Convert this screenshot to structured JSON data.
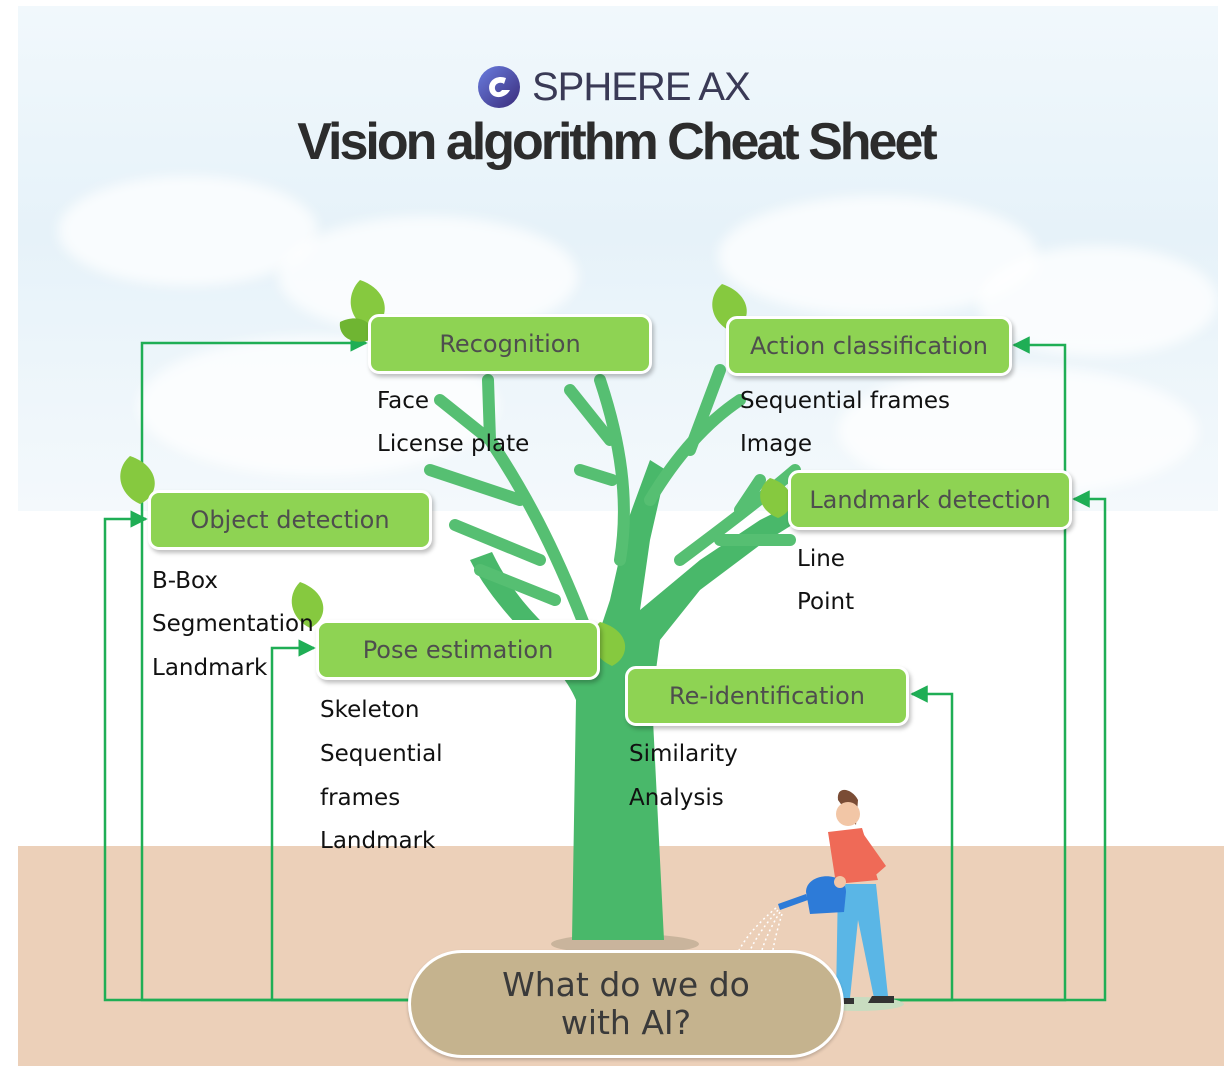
{
  "brand": {
    "name": "SPHERE AX"
  },
  "title": "Vision algorithm Cheat Sheet",
  "colors": {
    "box_fill": "#8ed353",
    "connector": "#1fae55",
    "tree": "#49b86a",
    "ground": "#ecd0b9",
    "center_fill": "#c5b38e"
  },
  "center": {
    "text": "What do we do with AI?"
  },
  "categories": [
    {
      "label": "Recognition",
      "items": [
        "Face",
        "License plate"
      ]
    },
    {
      "label": "Action classification",
      "items": [
        "Sequential frames",
        "Image"
      ]
    },
    {
      "label": "Object detection",
      "items": [
        "B-Box",
        "Segmentation",
        "Landmark"
      ]
    },
    {
      "label": "Landmark detection",
      "items": [
        "Line",
        "Point"
      ]
    },
    {
      "label": "Pose estimation",
      "items": [
        "Skeleton",
        "Sequential",
        "frames",
        "Landmark"
      ]
    },
    {
      "label": "Re-identification",
      "items": [
        "Similarity",
        "Analysis"
      ]
    }
  ]
}
